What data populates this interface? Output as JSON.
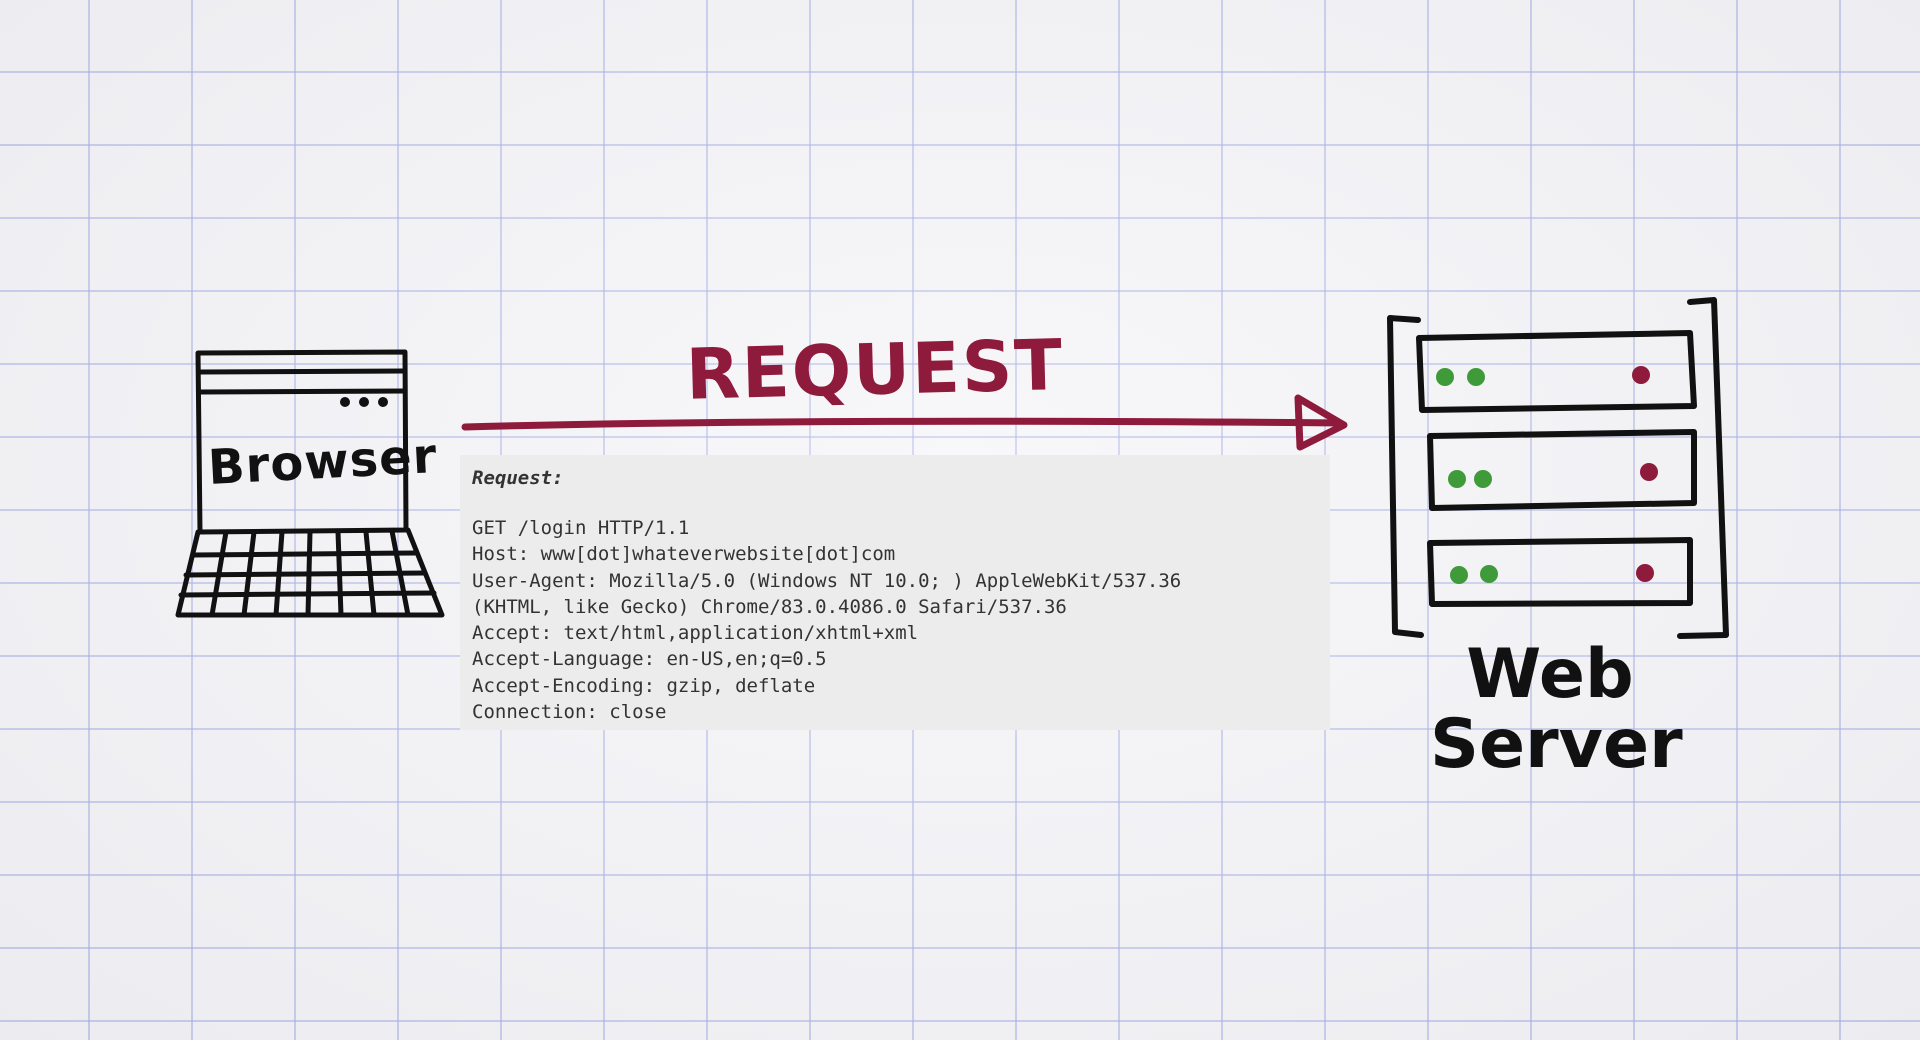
{
  "diagram": {
    "client_label": "Browser",
    "arrow_label": "REQUEST",
    "server_label_line1": "Web",
    "server_label_line2": "Server",
    "request_box": {
      "title": "Request:",
      "lines": [
        "GET /login HTTP/1.1",
        "Host: www[dot]whateverwebsite[dot]com",
        "User-Agent: Mozilla/5.0 (Windows NT 10.0; ) AppleWebKit/537.36",
        "(KHTML, like Gecko) Chrome/83.0.4086.0 Safari/537.36",
        "Accept: text/html,application/xhtml+xml",
        "Accept-Language: en-US,en;q=0.5",
        "Accept-Encoding: gzip, deflate",
        "Connection: close"
      ]
    },
    "colors": {
      "arrow": "#8e1a3c",
      "led_green": "#3f9a3a",
      "led_red": "#8e1a3c",
      "ink": "#111111"
    },
    "icons": [
      "laptop-icon",
      "server-rack-icon",
      "arrow-right-icon"
    ]
  }
}
